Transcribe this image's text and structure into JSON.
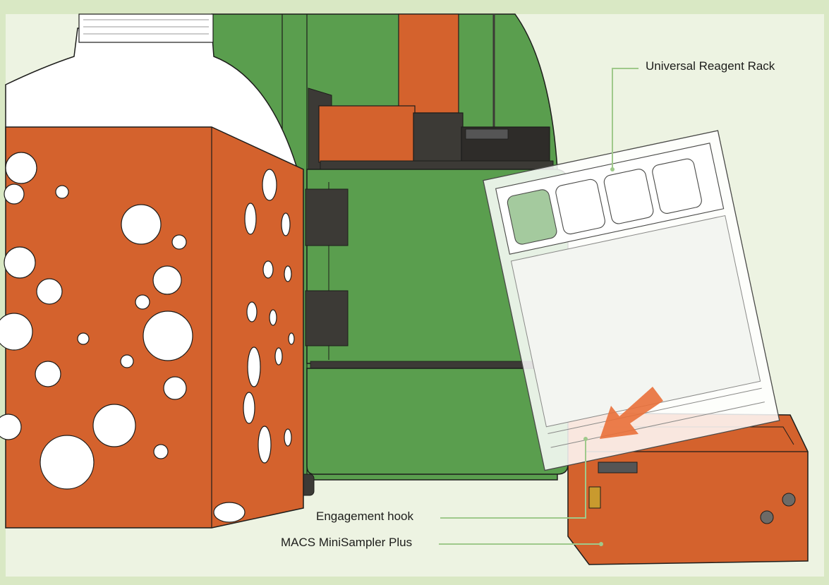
{
  "colors": {
    "border": "#d9e8c4",
    "panel": "#edf3e2",
    "instrument_green": "#5a9e4e",
    "orange": "#d4622d",
    "dark": "#3c3a36",
    "leader": "#9fc98b",
    "outline": "#1d1d1b"
  },
  "labels": {
    "reagent_rack": "Universal Reagent Rack",
    "engagement_hook": "Engagement hook",
    "minisampler": "MACS MiniSampler Plus"
  },
  "icons": {
    "direction_arrow": "arrow-down-left-icon"
  }
}
